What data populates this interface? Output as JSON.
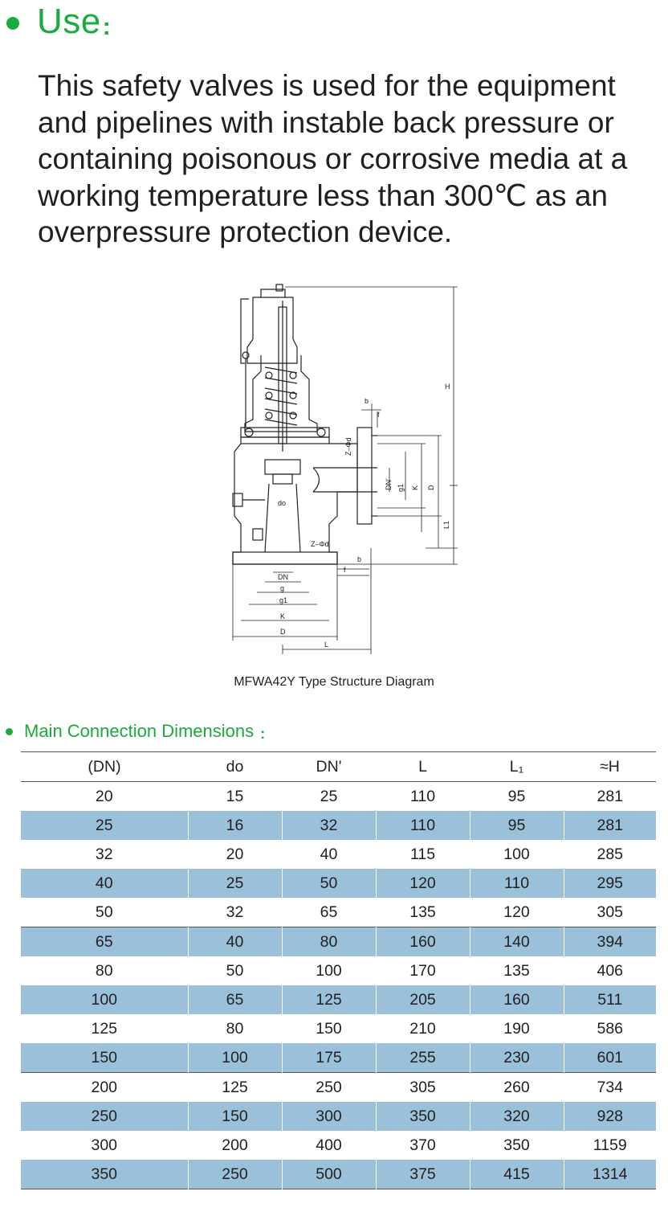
{
  "use_section": {
    "title": "Use",
    "colon": ":",
    "lines": [
      "This safety valves is used for the equipment",
      "and pipelines with instable back pressure or",
      "containing poisonous or corrosive media at a",
      "working temperature less than 300℃ as an",
      "overpressure protection device."
    ]
  },
  "diagram": {
    "caption": "MFWA42Y Type Structure Diagram",
    "labels": {
      "H": "H",
      "b": "b",
      "f": "f",
      "z_phi_d": "Z–Φd",
      "dn_prime": "DN'",
      "g1": "g1",
      "K": "K",
      "D": "D",
      "L1": "L1",
      "do": "do",
      "DN": "DN",
      "g": "g",
      "L": "L"
    }
  },
  "dimensions": {
    "title": "Main Connection Dimensions",
    "colon": ":",
    "headers": [
      "(DN)",
      "do",
      "DN'",
      "L",
      "L₁",
      "≈H"
    ],
    "rows": [
      [
        "20",
        "15",
        "25",
        "110",
        "95",
        "281"
      ],
      [
        "25",
        "16",
        "32",
        "110",
        "95",
        "281"
      ],
      [
        "32",
        "20",
        "40",
        "115",
        "100",
        "285"
      ],
      [
        "40",
        "25",
        "50",
        "120",
        "110",
        "295"
      ],
      [
        "50",
        "32",
        "65",
        "135",
        "120",
        "305"
      ],
      [
        "65",
        "40",
        "80",
        "160",
        "140",
        "394"
      ],
      [
        "80",
        "50",
        "100",
        "170",
        "135",
        "406"
      ],
      [
        "100",
        "65",
        "125",
        "205",
        "160",
        "511"
      ],
      [
        "125",
        "80",
        "150",
        "210",
        "190",
        "586"
      ],
      [
        "150",
        "100",
        "175",
        "255",
        "230",
        "601"
      ],
      [
        "200",
        "125",
        "250",
        "305",
        "260",
        "734"
      ],
      [
        "250",
        "150",
        "300",
        "350",
        "320",
        "928"
      ],
      [
        "300",
        "200",
        "400",
        "370",
        "350",
        "1159"
      ],
      [
        "350",
        "250",
        "500",
        "375",
        "415",
        "1314"
      ]
    ]
  },
  "colors": {
    "accent_green": "#1aaa3d",
    "row_shade": "#9bc0d9",
    "text": "#231f20"
  }
}
